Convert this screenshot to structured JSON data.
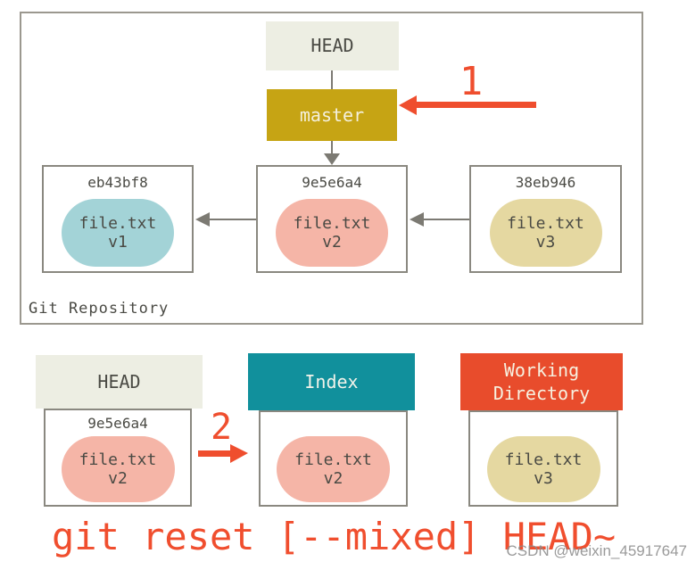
{
  "colors": {
    "accent_red": "#ef4e2e",
    "branch_gold": "#c6a414",
    "index_teal": "#11909c",
    "workdir_red": "#e84c2c",
    "head_cream": "#edeee3",
    "oval_blue": "#a3d3d7",
    "oval_pink": "#f5b5a7",
    "oval_tan": "#e5d8a1",
    "border_gray": "#8a8880",
    "arrow_gray": "#7c7a73"
  },
  "repository": {
    "label": "Git Repository",
    "head": "HEAD",
    "branch": "master",
    "step_label": "1",
    "commits": [
      {
        "hash": "eb43bf8",
        "file": "file.txt",
        "version": "v1"
      },
      {
        "hash": "9e5e6a4",
        "file": "file.txt",
        "version": "v2"
      },
      {
        "hash": "38eb946",
        "file": "file.txt",
        "version": "v3"
      }
    ]
  },
  "state_row": {
    "step_label": "2",
    "head": {
      "title": "HEAD",
      "hash": "9e5e6a4",
      "file": "file.txt",
      "version": "v2"
    },
    "index": {
      "title": "Index",
      "file": "file.txt",
      "version": "v2"
    },
    "working_directory": {
      "title": "Working Directory",
      "file": "file.txt",
      "version": "v3"
    }
  },
  "command": "git reset [--mixed] HEAD~",
  "watermark": "CSDN @weixin_45917647"
}
